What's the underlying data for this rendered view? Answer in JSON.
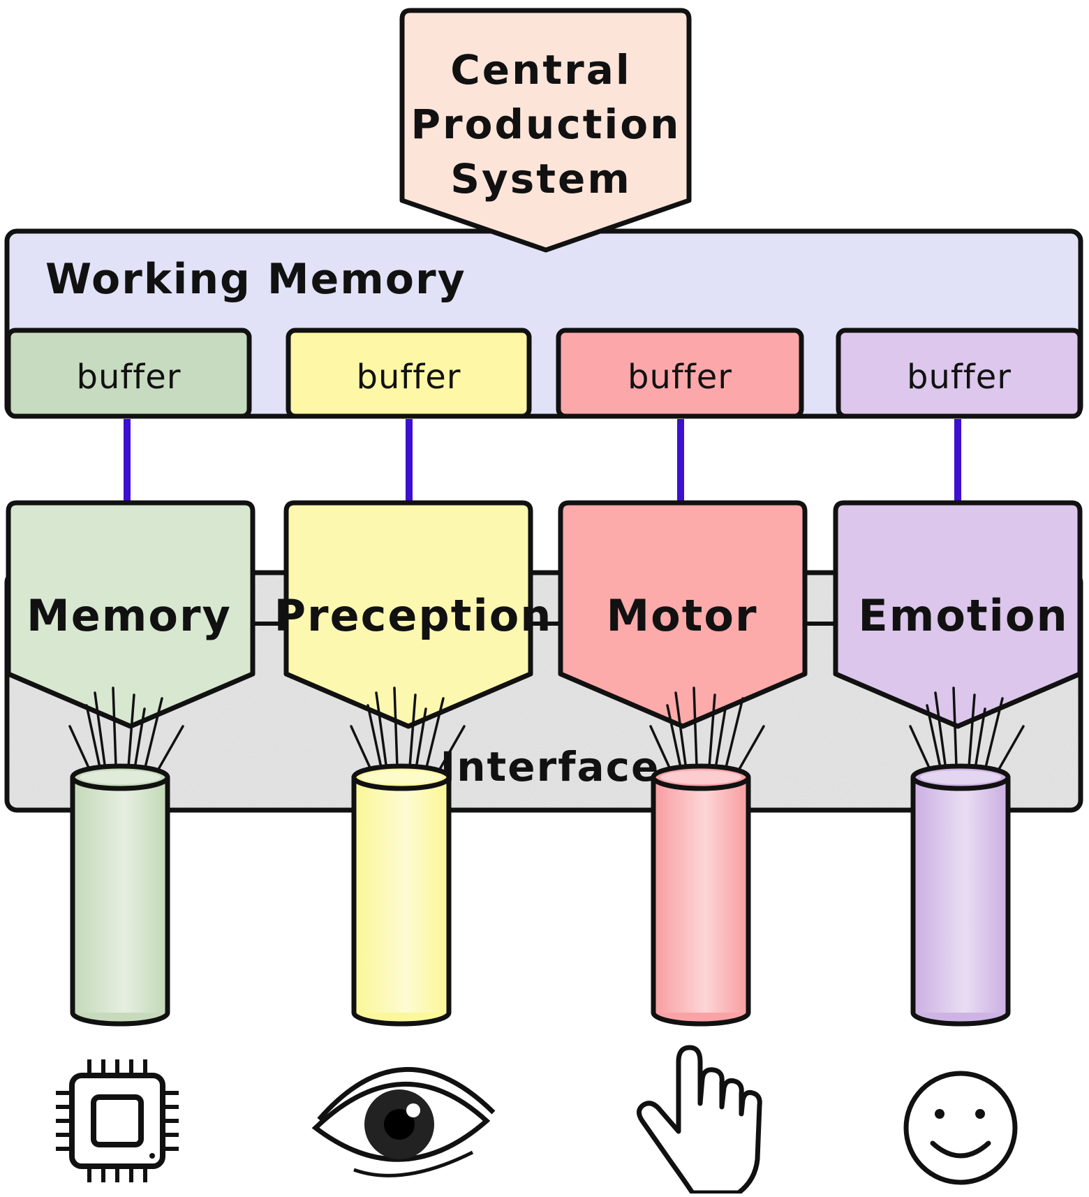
{
  "central": {
    "lines": [
      "Central",
      "Production",
      "System"
    ],
    "fill": "#fde4d9"
  },
  "working_memory": {
    "label": "Working Memory",
    "fill": "#e1e2f8"
  },
  "interface": {
    "label": "Interface",
    "fill": "#e6e6e6"
  },
  "connector_color": "#3d0fd0",
  "modules": [
    {
      "id": "memory",
      "name": "Memory",
      "buffer_label": "buffer",
      "buffer_fill": "#c7dbc0",
      "module_fill": "#d8e8d0",
      "cylinder_fill": "#c7dbbc",
      "icon": "chip-icon"
    },
    {
      "id": "perception",
      "name": "Preception",
      "buffer_label": "buffer",
      "buffer_fill": "#fdf7a6",
      "module_fill": "#fdf8b0",
      "cylinder_fill": "#fbf79c",
      "icon": "eye-icon"
    },
    {
      "id": "motor",
      "name": "Motor",
      "buffer_label": "buffer",
      "buffer_fill": "#fca8aa",
      "module_fill": "#fcaaaa",
      "cylinder_fill": "#f9a3a6",
      "icon": "hand-pointer-icon"
    },
    {
      "id": "emotion",
      "name": "Emotion",
      "buffer_label": "buffer",
      "buffer_fill": "#ddc7ec",
      "module_fill": "#dcc6ec",
      "cylinder_fill": "#ceb4e4",
      "icon": "smiley-face-icon"
    }
  ]
}
